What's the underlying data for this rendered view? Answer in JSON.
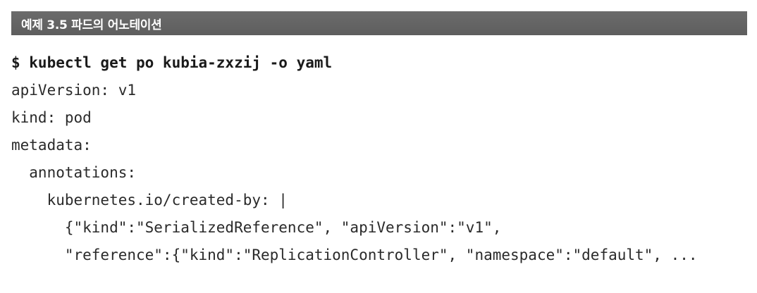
{
  "example": {
    "title": "예제 3.5 파드의 어노테이션"
  },
  "code": {
    "command": "$ kubectl get po kubia-zxzij -o yaml",
    "lines": [
      "apiVersion: v1",
      "kind: pod",
      "metadata:",
      "  annotations:",
      "    kubernetes.io/created-by: |",
      "      {\"kind\":\"SerializedReference\", \"apiVersion\":\"v1\",",
      "      \"reference\":{\"kind\":\"ReplicationController\", \"namespace\":\"default\", ..."
    ]
  },
  "colors": {
    "title_bar": "#636363",
    "title_text": "#ffffff",
    "code_text": "#2a2a2a"
  }
}
